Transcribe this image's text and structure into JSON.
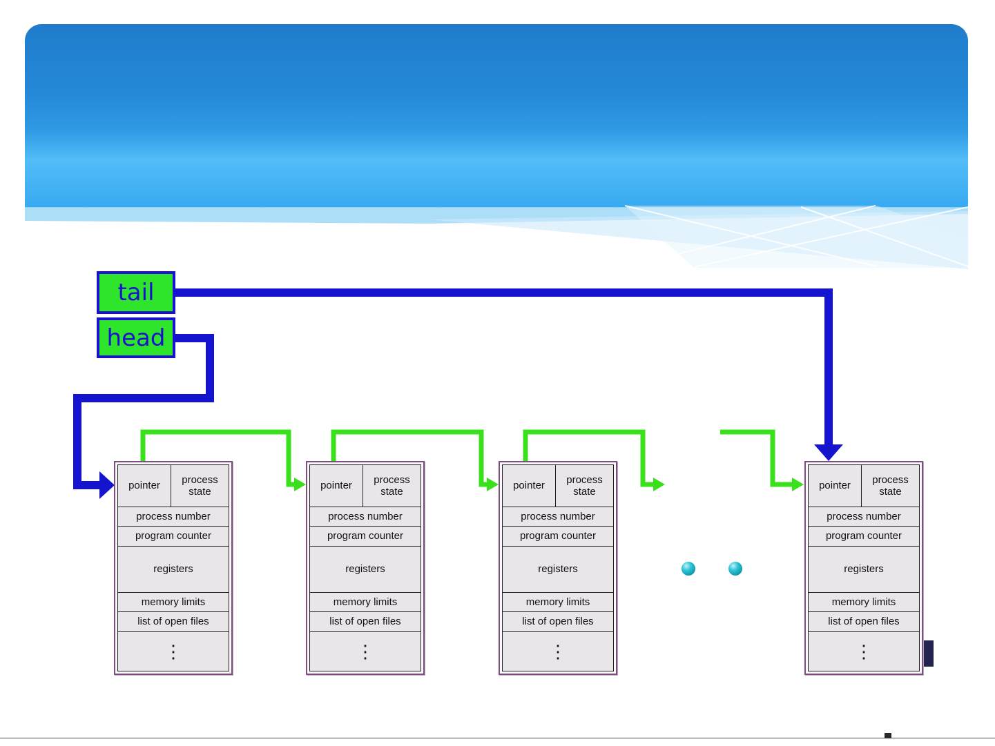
{
  "diagram": {
    "tail_label": "tail",
    "head_label": "head",
    "pcb": {
      "pointer": "pointer",
      "process_state": "process state",
      "process_number": "process number",
      "program_counter": "program counter",
      "registers": "registers",
      "memory_limits": "memory limits",
      "list_of_open_files": "list of open files",
      "ellipsis": "⋮"
    },
    "colors": {
      "label_fill": "#2ee52c",
      "label_text": "#1a10d0",
      "head_tail_link_blue": "#1414cf",
      "pcb_link_green": "#3be01c",
      "pcb_border_purple": "#7c4f80",
      "pcb_fill": "#e9e6ea",
      "ellipsis_dot_teal": "#2cc4d8",
      "banner_blue_top": "#1f7ccb",
      "banner_blue_bottom": "#38aaf1"
    }
  }
}
